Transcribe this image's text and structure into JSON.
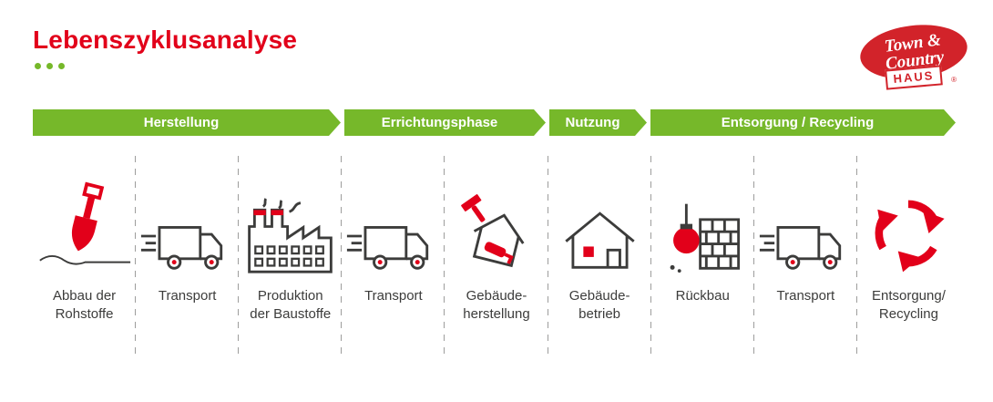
{
  "header": {
    "title": "Lebenszyklusanalyse"
  },
  "logo": {
    "line1": "Town &",
    "line2": "Country",
    "haus": "HAUS",
    "registered": "®"
  },
  "phases": [
    {
      "label": "Herstellung"
    },
    {
      "label": "Errichtungsphase"
    },
    {
      "label": "Nutzung"
    },
    {
      "label": "Entsorgung / Recycling"
    }
  ],
  "stages": [
    {
      "label": "Abbau der\nRohstoffe",
      "icon": "shovel"
    },
    {
      "label": "Transport",
      "icon": "truck"
    },
    {
      "label": "Produktion\nder Baustoffe",
      "icon": "factory"
    },
    {
      "label": "Transport",
      "icon": "truck"
    },
    {
      "label": "Gebäude-\nherstellung",
      "icon": "construction-house"
    },
    {
      "label": "Gebäude-\nbetrieb",
      "icon": "house"
    },
    {
      "label": "Rückbau",
      "icon": "wrecking-ball"
    },
    {
      "label": "Transport",
      "icon": "truck"
    },
    {
      "label": "Entsorgung/\nRecycling",
      "icon": "recycling"
    }
  ],
  "colors": {
    "brand_red": "#e2001a",
    "brand_green": "#76b82a",
    "text_dark": "#3c3c3b"
  }
}
